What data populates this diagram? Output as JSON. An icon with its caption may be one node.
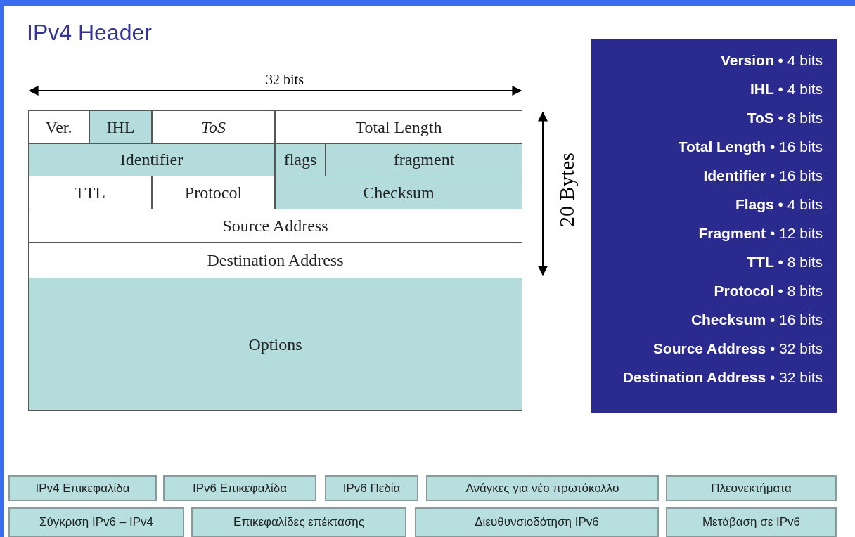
{
  "diagram": {
    "title": "IPv4 Header",
    "nodes": [
      {
        "text": [
          "Ver."
        ]
      },
      {
        "text": [
          "IHL"
        ]
      },
      {
        "text": [
          "ToS"
        ]
      },
      {
        "text": [
          "Total Length"
        ]
      },
      {
        "text": [
          "Identifier"
        ]
      },
      {
        "text": [
          "flags"
        ]
      },
      {
        "text": [
          "fragment"
        ]
      },
      {
        "text": [
          "TTL"
        ]
      },
      {
        "text": [
          "Protocol"
        ]
      },
      {
        "text": [
          "Checksum"
        ]
      },
      {
        "text": [
          "Source Address"
        ]
      },
      {
        "text": [
          "Destination Address"
        ]
      },
      {
        "text": [
          "Options"
        ]
      },
      {
        "text": [
          "**Version** • 4 bits",
          "**IHL** • 4 bits",
          "**ToS** • 8 bits",
          "**Total Length** • 16 bits",
          "**Identifier** • 16 bits",
          "**Flags** • 4 bits",
          "**Fragment** • 12 bits",
          "**TTL** • 8 bits",
          "**Protocol** • 8 bits",
          "**Checksum** • 16 bits",
          "**Source Address** • 32 bits",
          "**Destination Address** • 32 bits"
        ]
      }
    ],
    "edges": [],
    "labels": [
      "32 bits",
      "20 Bytes",
      "IPv4 Επικεφαλίδα",
      "IPv6 Επικεφαλίδα",
      "IPv6 Πεδία",
      "Ανάγκες για νέο πρωτόκολλο",
      "Πλεονεκτήματα",
      "Σύγκριση IPv6 – IPv4",
      "Επικεφαλίδες επέκτασης",
      "Διευθυνσιοδότηση IPv6",
      "Μετάβαση σε IPv6"
    ]
  }
}
